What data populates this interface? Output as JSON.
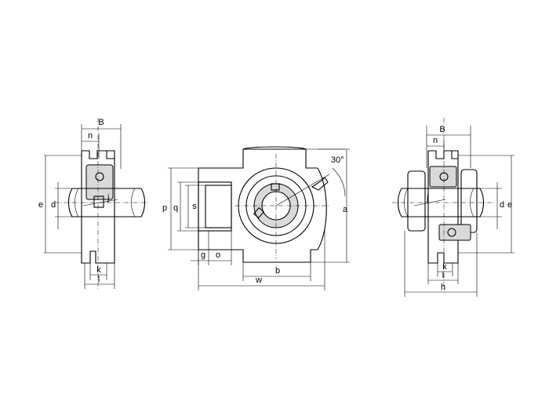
{
  "angle_label": "30°",
  "left_view": {
    "B": "B",
    "n": "n",
    "e": "e",
    "d": "d",
    "j": "j",
    "k": "k",
    "l": "l"
  },
  "front_view": {
    "p": "p",
    "q": "q",
    "s": "s",
    "g": "g",
    "o": "o",
    "b": "b",
    "w": "w",
    "a": "a"
  },
  "right_view": {
    "B": "B",
    "n": "n",
    "j": "j",
    "d": "d",
    "e": "e",
    "k": "k",
    "l": "l",
    "h": "h"
  }
}
